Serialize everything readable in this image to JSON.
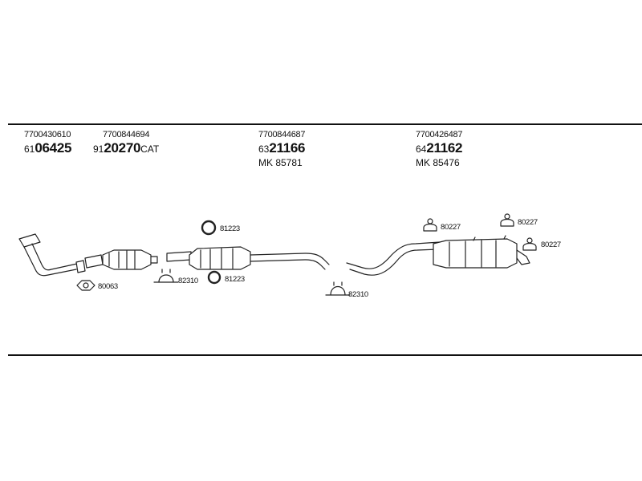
{
  "columns": [
    {
      "oe": "7700430610",
      "prefix": "61",
      "number": "06425",
      "suffix": ""
    },
    {
      "oe": "7700844694",
      "prefix": "91",
      "number": "20270",
      "suffix": "CAT"
    },
    {
      "oe": "7700844687",
      "prefix": "63",
      "number": "21166",
      "suffix": "",
      "mk": "MK 85781"
    },
    {
      "oe": "7700426487",
      "prefix": "64",
      "number": "21162",
      "suffix": "",
      "mk": "MK 85476"
    }
  ],
  "labels": {
    "gasket": "80063",
    "clamp_mid": "82310",
    "ring_top": "81223",
    "ring_bottom": "81223",
    "clamp_rear": "82310",
    "hanger_1": "80227",
    "hanger_2": "80227",
    "hanger_3": "80227"
  }
}
